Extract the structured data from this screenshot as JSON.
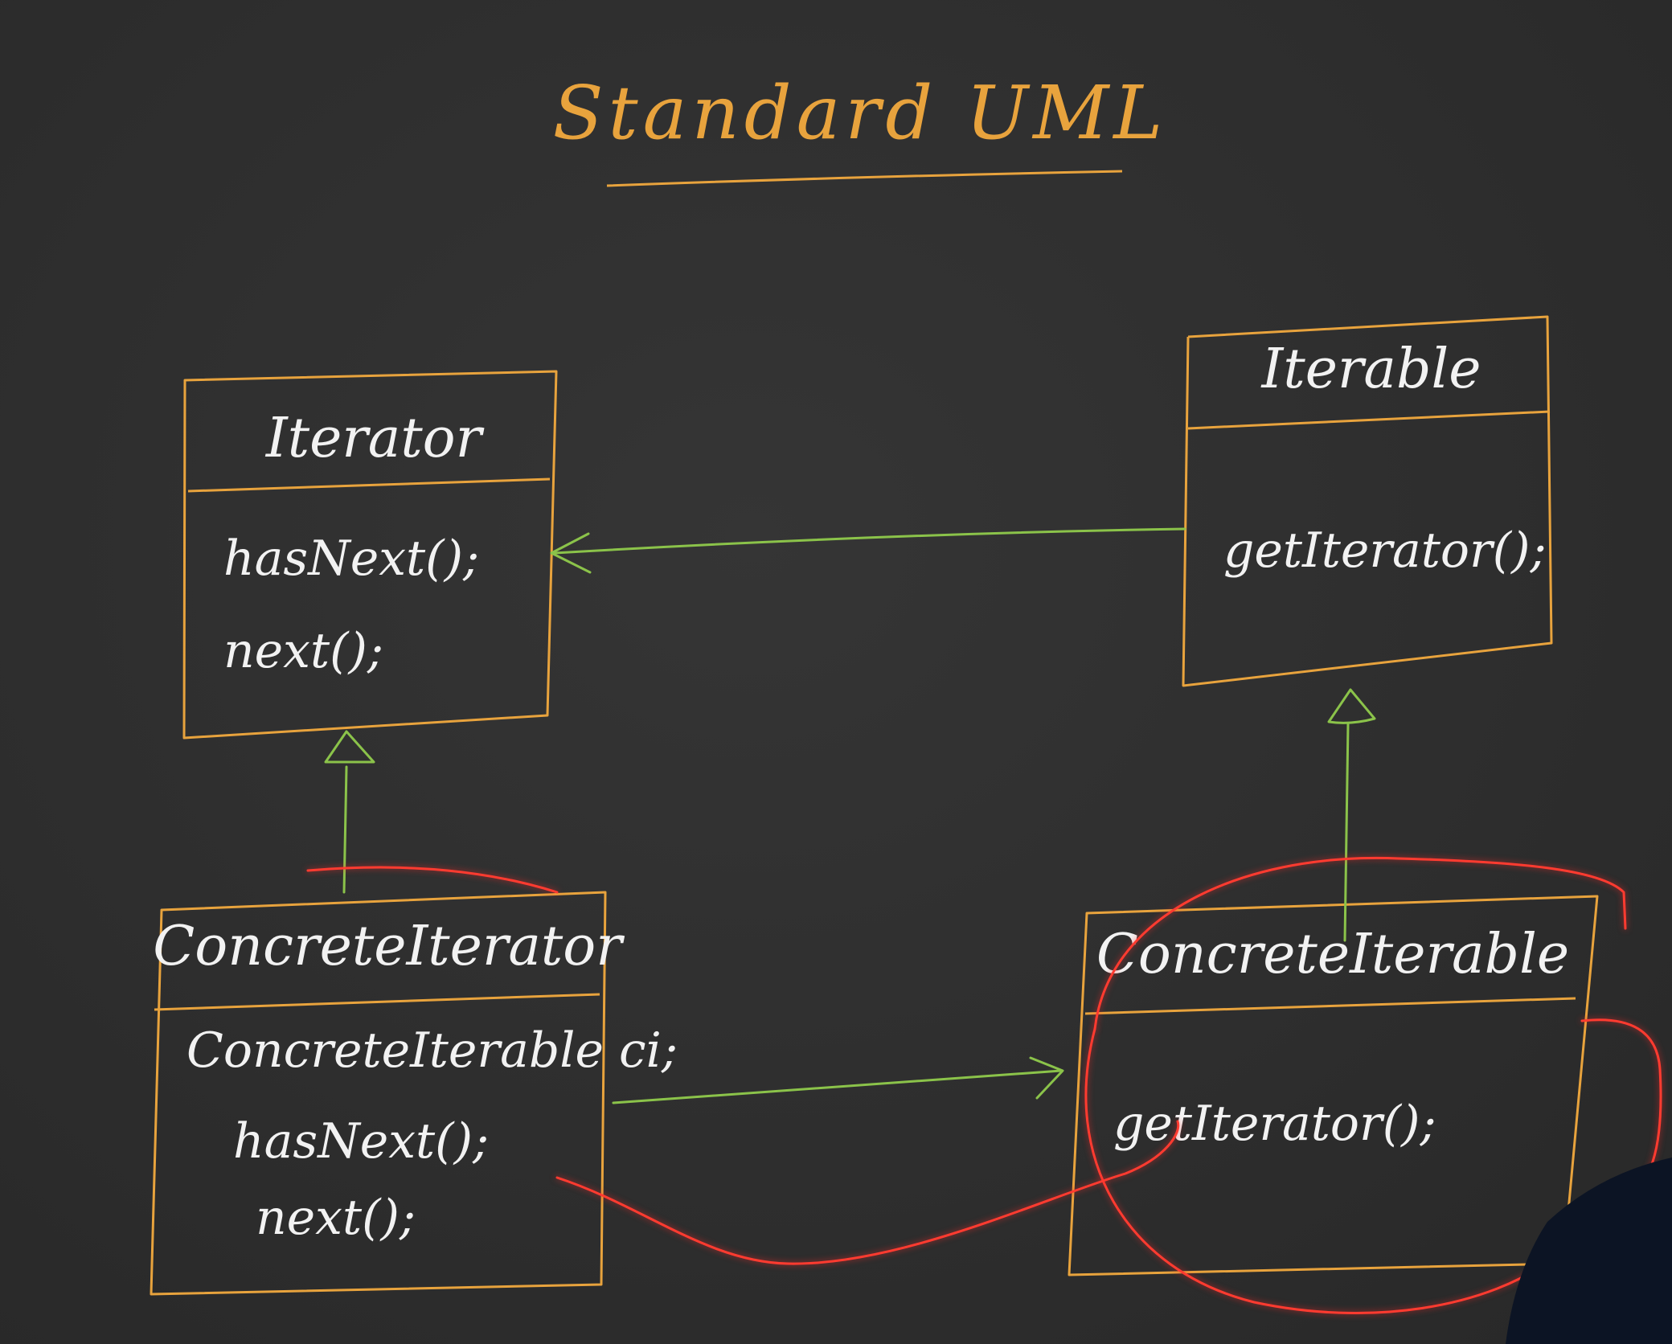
{
  "title": "Standard UML",
  "colors": {
    "background": "#2d2d2d",
    "box_stroke": "#e8a33d",
    "text": "#f2f2f2",
    "arrows": "#8bc34a",
    "highlight": "#ff3b30"
  },
  "classes": {
    "iterator": {
      "name": "Iterator",
      "members": [
        "hasNext();",
        "next();"
      ]
    },
    "iterable": {
      "name": "Iterable",
      "members": [
        "getIterator();"
      ]
    },
    "concrete_iterator": {
      "name": "ConcreteIterator",
      "members": [
        "ConcreteIterable ci;",
        "hasNext();",
        "next();"
      ]
    },
    "concrete_iterable": {
      "name": "ConcreteIterable",
      "members": [
        "getIterator();"
      ]
    }
  },
  "relations": [
    {
      "from": "iterable",
      "to": "iterator",
      "kind": "association-arrow"
    },
    {
      "from": "concrete_iterator",
      "to": "iterator",
      "kind": "realization-triangle"
    },
    {
      "from": "concrete_iterable",
      "to": "iterable",
      "kind": "realization-triangle"
    },
    {
      "from": "concrete_iterator",
      "to": "concrete_iterable",
      "kind": "association-arrow"
    }
  ]
}
